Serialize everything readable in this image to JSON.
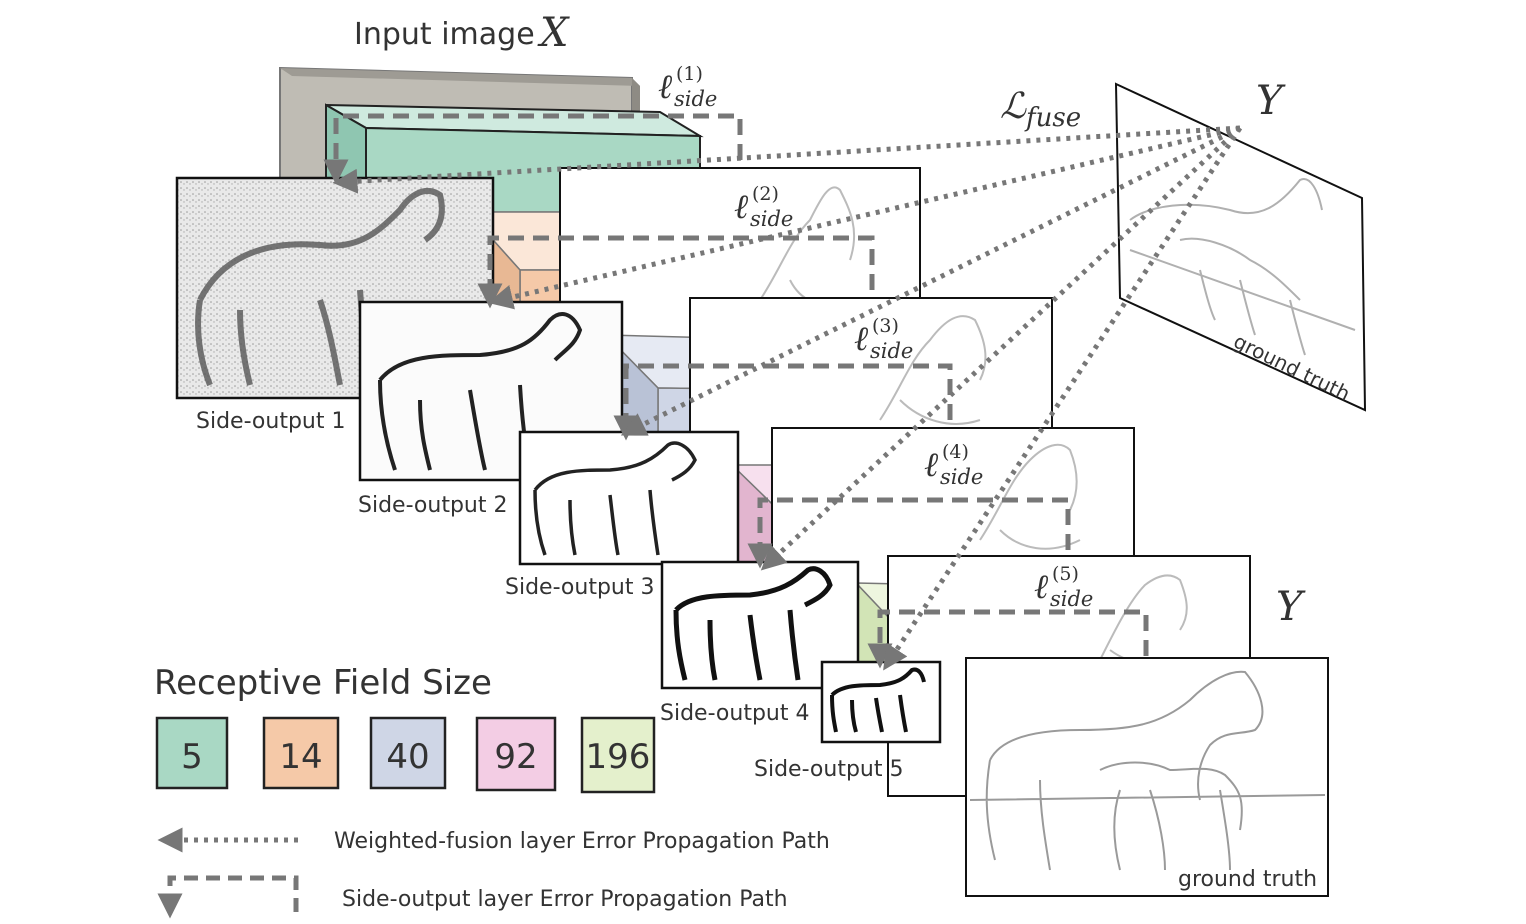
{
  "title": {
    "text": "Input image",
    "var": "X"
  },
  "fuse_loss": {
    "symbol": "ℒ",
    "sub": "fuse"
  },
  "ground_truth": {
    "var_top": "Y",
    "var_bottom": "Y",
    "label_top": "ground truth",
    "label_bottom": "ground truth"
  },
  "side_losses": [
    {
      "symbol": "ℓ",
      "sup": "(1)",
      "sub": "side"
    },
    {
      "symbol": "ℓ",
      "sup": "(2)",
      "sub": "side"
    },
    {
      "symbol": "ℓ",
      "sup": "(3)",
      "sub": "side"
    },
    {
      "symbol": "ℓ",
      "sup": "(4)",
      "sub": "side"
    },
    {
      "symbol": "ℓ",
      "sup": "(5)",
      "sub": "side"
    }
  ],
  "side_outputs": [
    "Side-output 1",
    "Side-output 2",
    "Side-output 3",
    "Side-output 4",
    "Side-output 5"
  ],
  "legend": {
    "title": "Receptive Field Size",
    "items": [
      {
        "value": "5",
        "color": "#a9d8c4"
      },
      {
        "value": "14",
        "color": "#f5c9a8"
      },
      {
        "value": "40",
        "color": "#cfd6e6"
      },
      {
        "value": "92",
        "color": "#f3cde4"
      },
      {
        "value": "196",
        "color": "#e4f0cc"
      }
    ],
    "paths": {
      "dotted": "Weighted-fusion layer Error Propagation Path",
      "dashed": "Side-output layer Error Propagation Path"
    }
  },
  "colors": {
    "path": "#777777",
    "frame": "#111111",
    "gray_block": "#b9b6ae"
  }
}
